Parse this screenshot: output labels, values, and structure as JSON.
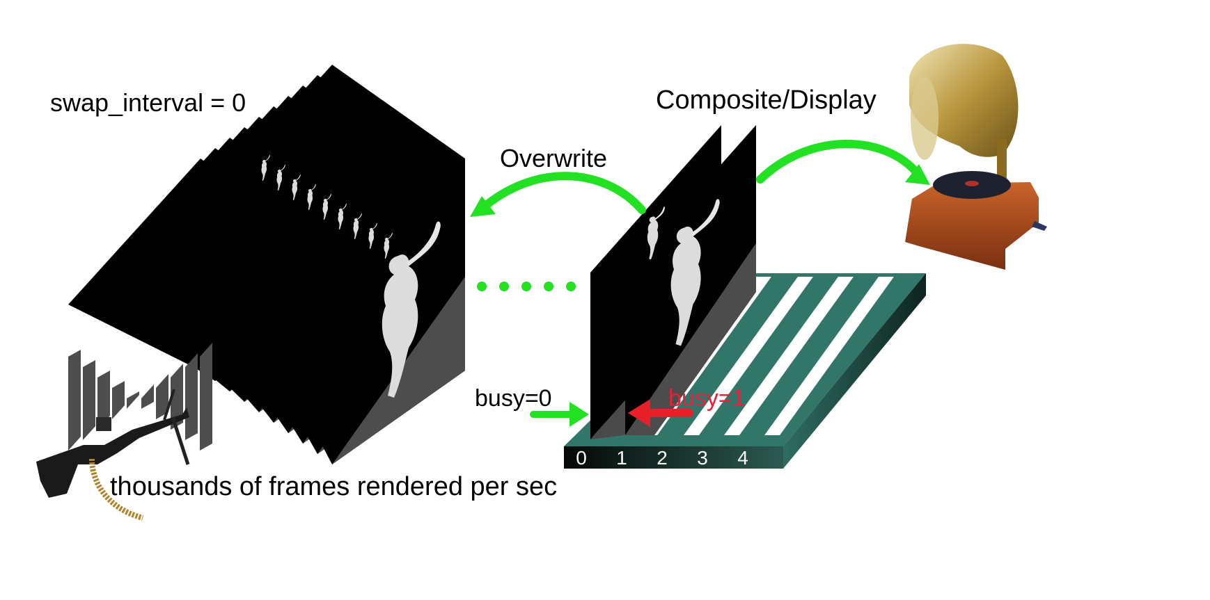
{
  "labels": {
    "swap_interval": "swap_interval = 0",
    "composite_display": "Composite/Display",
    "overwrite": "Overwrite",
    "busy0": "busy=0",
    "busy1": "busy=1",
    "frames_caption": "thousands of frames rendered per sec"
  },
  "slots": [
    "0",
    "1",
    "2",
    "3",
    "4"
  ],
  "icons": {
    "renderer": "machine-gun-icon",
    "display": "gramophone-icon",
    "frame_figure": "cat-figure-icon"
  },
  "colors": {
    "arrow_green": "#22e022",
    "arrow_red": "#e8202a",
    "label_red": "#e8203a",
    "queue_teal": "#2e7566",
    "frame_black": "#000000",
    "floor_gray": "#4d4d4d"
  }
}
